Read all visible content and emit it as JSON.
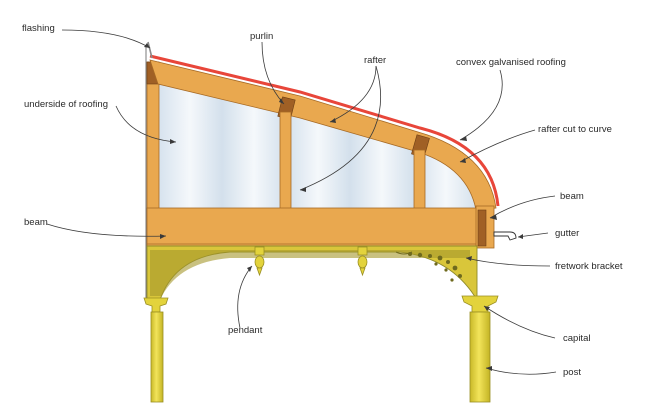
{
  "labels": {
    "flashing": "flashing",
    "purlin": "purlin",
    "rafter": "rafter",
    "convex_roofing": "convex galvanised roofing",
    "underside": "underside of roofing",
    "rafter_cut": "rafter cut to curve",
    "beam_left": "beam",
    "beam_right": "beam",
    "gutter": "gutter",
    "fretwork": "fretwork bracket",
    "pendant": "pendant",
    "capital": "capital",
    "post": "post"
  },
  "colors": {
    "timber": "#e9a84f",
    "timber_dark": "#a06025",
    "roof_sheet": "#e8463a",
    "glazing": "#dbe6f0",
    "post_yellow": "#e3d33c",
    "bracket_olive": "#8f8a2a"
  }
}
